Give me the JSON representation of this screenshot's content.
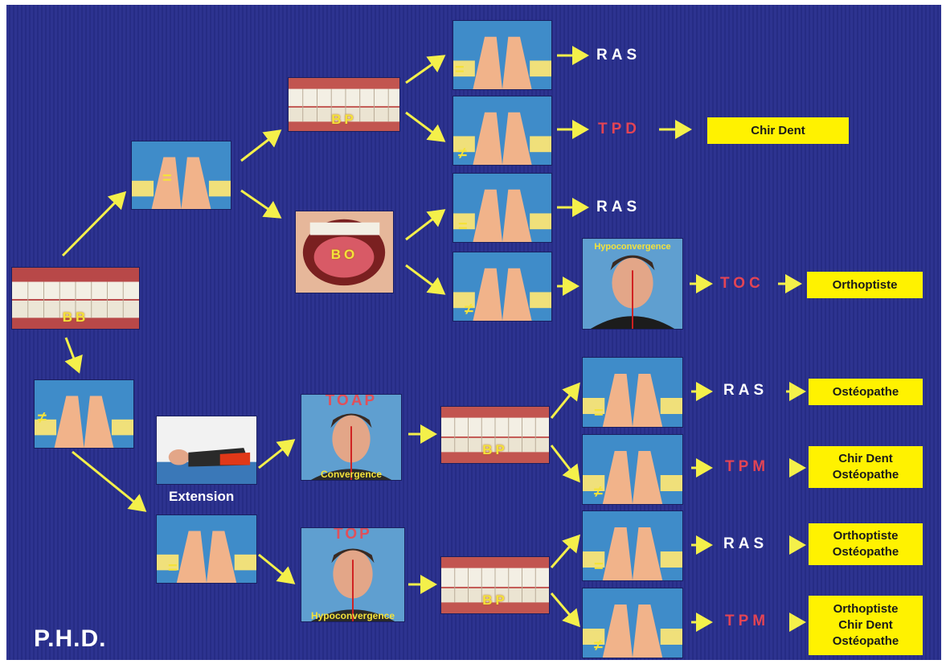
{
  "title": "P.H.D.",
  "images": {
    "teeth_start_code": "BB",
    "teeth_bp_code": "BP",
    "teeth_bo_code": "BO",
    "face_hypo_top": "Hypoconvergence",
    "face_toap_tag": "TOAP",
    "face_toap_cap": "Convergence",
    "face_top_tag": "TOP",
    "face_top_cap": "Hypoconvergence",
    "extension_label": "Extension"
  },
  "symbols": {
    "equal": "=",
    "not_equal": "≠"
  },
  "results": {
    "r1": "RAS",
    "r2": "TPD",
    "r3": "RAS",
    "r4": "TOC",
    "r5": "RAS",
    "r6": "TPM",
    "r7": "RAS",
    "r8": "TPM"
  },
  "boxes": {
    "b1": [
      "Chir Dent"
    ],
    "b2": [
      "Orthoptiste"
    ],
    "b3": [
      "Ostéopathe"
    ],
    "b4": [
      "Chir Dent",
      "Ostéopathe"
    ],
    "b5": [
      "Orthoptiste",
      "Ostéopathe"
    ],
    "b6": [
      "Orthoptiste",
      "Chir Dent",
      "Ostéopathe"
    ]
  },
  "colors": {
    "background": "#2d3390",
    "arrow": "#f4f04a",
    "highlight_text": "#f4e23a",
    "result_red": "#e34454",
    "box_fill": "#fff200"
  },
  "icons": [
    "teeth-photo",
    "hands-photo",
    "face-photo",
    "arrow-right"
  ]
}
